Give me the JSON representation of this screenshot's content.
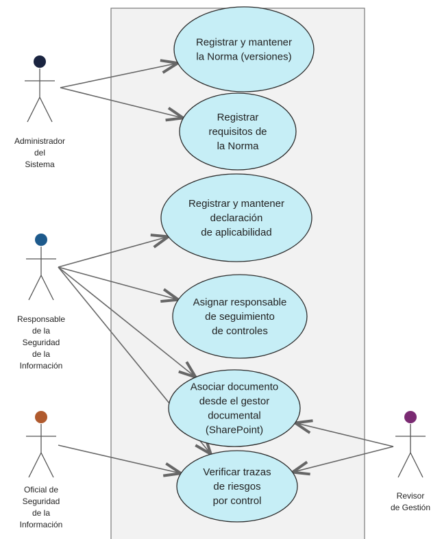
{
  "diagram": {
    "colors": {
      "system_fill": "#f2f2f2",
      "system_stroke": "#777777",
      "usecase_fill": "#c6eef6",
      "usecase_stroke": "#2b2b2b",
      "arrow": "#666666",
      "actor_line": "#555555"
    },
    "actors": [
      {
        "id": "admin",
        "label_lines": [
          "Administrador",
          "del",
          "Sistema"
        ],
        "head_color": "#1a2440"
      },
      {
        "id": "resp",
        "label_lines": [
          "Responsable",
          "de la",
          "Seguridad",
          "de la",
          "Información"
        ],
        "head_color": "#1d5a8c"
      },
      {
        "id": "oficial",
        "label_lines": [
          "Oficial de",
          "Seguridad",
          "de la",
          "Información"
        ],
        "head_color": "#b05a2e"
      },
      {
        "id": "revisor",
        "label_lines": [
          "Revisor",
          "de Gestión"
        ],
        "head_color": "#7a2a72"
      }
    ],
    "use_cases": [
      {
        "id": "uc1",
        "label_lines": [
          "Registrar y mantener",
          "la Norma (versiones)"
        ]
      },
      {
        "id": "uc2",
        "label_lines": [
          "Registrar",
          "requisitos de",
          "la Norma"
        ]
      },
      {
        "id": "uc3",
        "label_lines": [
          "Registrar y mantener",
          "declaración",
          "de aplicabilidad"
        ]
      },
      {
        "id": "uc4",
        "label_lines": [
          "Asignar responsable",
          "de seguimiento",
          "de controles"
        ]
      },
      {
        "id": "uc5",
        "label_lines": [
          "Asociar documento",
          "desde el gestor",
          "documental",
          "(SharePoint)"
        ]
      },
      {
        "id": "uc6",
        "label_lines": [
          "Verificar trazas",
          "de riesgos",
          "por control"
        ]
      }
    ],
    "associations": [
      {
        "from": "admin",
        "to": "uc1"
      },
      {
        "from": "admin",
        "to": "uc2"
      },
      {
        "from": "resp",
        "to": "uc3"
      },
      {
        "from": "resp",
        "to": "uc4"
      },
      {
        "from": "resp",
        "to": "uc5"
      },
      {
        "from": "resp",
        "to": "uc6"
      },
      {
        "from": "oficial",
        "to": "uc6"
      },
      {
        "from": "revisor",
        "to": "uc5"
      },
      {
        "from": "revisor",
        "to": "uc6"
      }
    ]
  }
}
